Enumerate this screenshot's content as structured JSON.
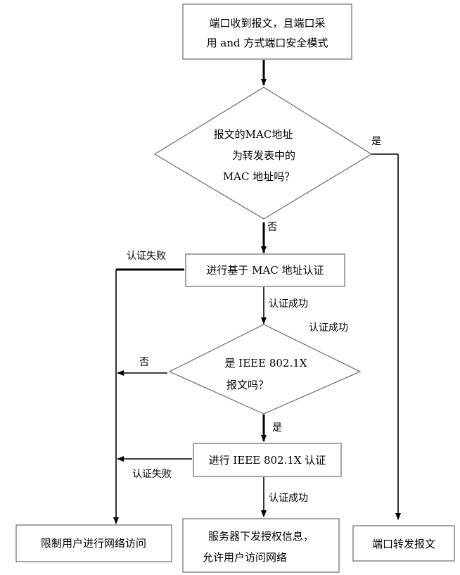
{
  "nodes": {
    "start": {
      "line1": "端口收到报文，且端口采",
      "line2": "用 and 方式端口安全模式"
    },
    "decision_mac": {
      "line1": "报文的MAC地址",
      "line2": "为转发表中的",
      "line3": "MAC 地址吗？"
    },
    "mac_auth": {
      "text": "进行基于 MAC 地址认证"
    },
    "decision_8021x": {
      "line1": "是 IEEE 802.1X",
      "line2": "报文吗？"
    },
    "auth_8021x": {
      "text": "进行 IEEE 802.1X 认证"
    },
    "restrict": {
      "text": "限制用户进行网络访问"
    },
    "grant": {
      "line1": "服务器下发授权信息，",
      "line2": "允许用户访问网络"
    },
    "forward": {
      "text": "端口转发报文"
    }
  },
  "edges": {
    "yes_forward": "是",
    "no_mac": "否",
    "auth_fail_1": "认证失败",
    "auth_success_1": "认证成功",
    "auth_success_extra": "认证成功",
    "no_8021x": "否",
    "yes_8021x": "是",
    "auth_fail_2": "认证失败",
    "auth_success_2": "认证成功"
  }
}
